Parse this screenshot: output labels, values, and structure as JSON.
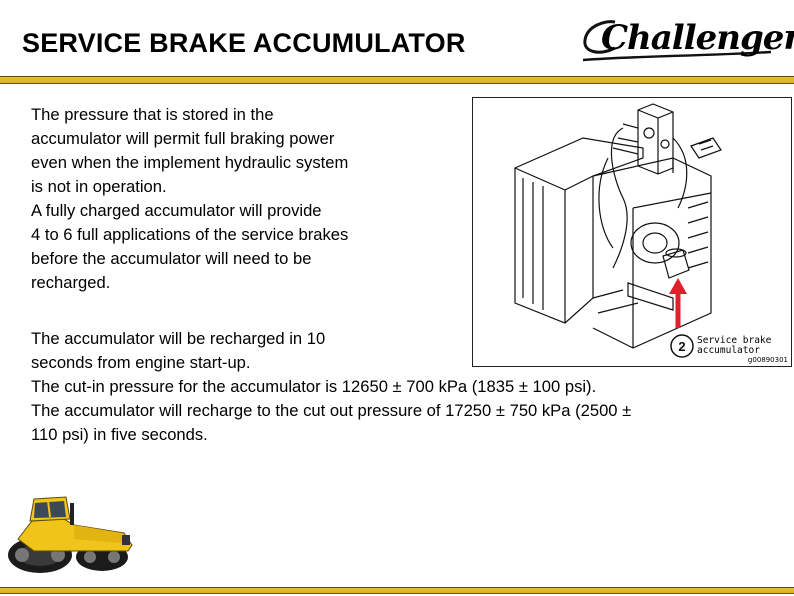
{
  "slide": {
    "title": "SERVICE BRAKE ACCUMULATOR",
    "logo_text": "Challenger",
    "paragraph_1": "The pressure that is stored in the\naccumulator will permit full braking power\neven when the implement hydraulic system\nis not in operation.\nA fully charged  accumulator will provide\n4 to 6 full applications of the service brakes\nbefore the accumulator will need to be\nrecharged.",
    "paragraph_2": "The accumulator will be recharged in 10\nseconds from engine start-up.",
    "line_3": "The cut-in pressure for the accumulator is 12650 ± 700 kPa (1835 ± 100 psi).",
    "line_4": "The accumulator will recharge to the cut out pressure of 17250 ± 750 kPa (2500 ±",
    "line_5": "110 psi) in five seconds."
  },
  "figure": {
    "callout_number": "2",
    "callout_line_1": "Service brake",
    "callout_line_2": "accumulator",
    "figure_id": "g00890301",
    "arrow_color": "#e0202a"
  },
  "colors": {
    "rule_gold": "#d6b226",
    "rule_dark": "#5a4a10",
    "tractor_yellow": "#f0c419"
  }
}
